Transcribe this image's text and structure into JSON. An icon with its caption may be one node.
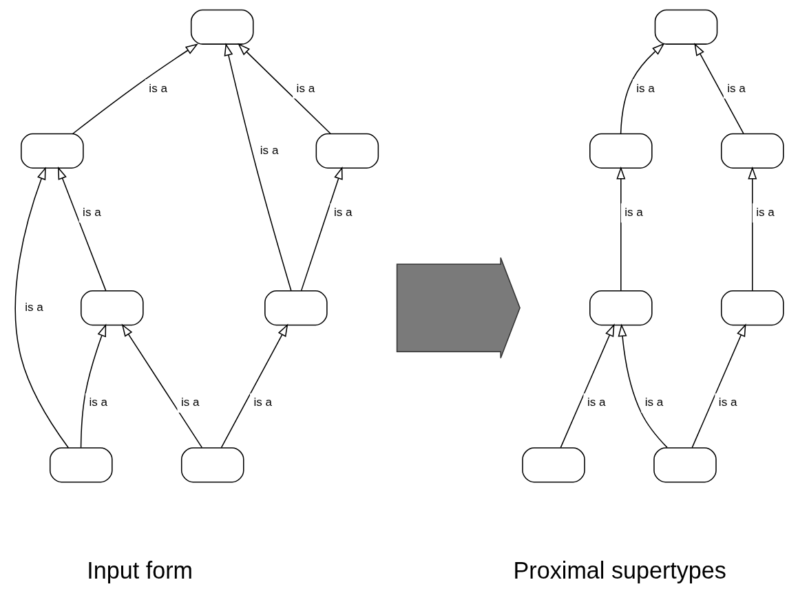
{
  "diagram": {
    "nodes": [
      {
        "text": [],
        "shape": "box"
      },
      {
        "text": [],
        "shape": "box"
      },
      {
        "text": [],
        "shape": "box"
      },
      {
        "text": [],
        "shape": "box"
      },
      {
        "text": [],
        "shape": "box"
      },
      {
        "text": [],
        "shape": "box"
      },
      {
        "text": [],
        "shape": "box"
      },
      {
        "text": [],
        "shape": "arrow"
      },
      {
        "text": [],
        "shape": "box"
      },
      {
        "text": [],
        "shape": "box"
      },
      {
        "text": [],
        "shape": "box"
      },
      {
        "text": [],
        "shape": "box"
      },
      {
        "text": [],
        "shape": "box"
      },
      {
        "text": [],
        "shape": "box"
      },
      {
        "text": [],
        "shape": "box"
      }
    ],
    "edges": [
      {
        "from": 1,
        "to": 0,
        "arrow": "to",
        "label": "is a"
      },
      {
        "from": 4,
        "to": 0,
        "arrow": "to",
        "label": "is a"
      },
      {
        "from": 2,
        "to": 0,
        "arrow": "to",
        "label": "is a"
      },
      {
        "from": 3,
        "to": 1,
        "arrow": "to",
        "label": "is a"
      },
      {
        "from": 5,
        "to": 1,
        "arrow": "to",
        "label": "is a"
      },
      {
        "from": 4,
        "to": 2,
        "arrow": "to",
        "label": "is a"
      },
      {
        "from": 5,
        "to": 3,
        "arrow": "to",
        "label": "is a"
      },
      {
        "from": 6,
        "to": 3,
        "arrow": "to",
        "label": "is a"
      },
      {
        "from": 6,
        "to": 4,
        "arrow": "to",
        "label": "is a"
      },
      {
        "from": 9,
        "to": 8,
        "arrow": "to",
        "label": "is a"
      },
      {
        "from": 10,
        "to": 8,
        "arrow": "to",
        "label": "is a"
      },
      {
        "from": 11,
        "to": 9,
        "arrow": "to",
        "label": "is a"
      },
      {
        "from": 12,
        "to": 10,
        "arrow": "to",
        "label": "is a"
      },
      {
        "from": 13,
        "to": 11,
        "arrow": "to",
        "label": "is a"
      },
      {
        "from": 14,
        "to": 11,
        "arrow": "to",
        "label": "is a"
      },
      {
        "from": 14,
        "to": 12,
        "arrow": "to",
        "label": "is a"
      }
    ],
    "labels": [
      "Input form",
      "Proximal supertypes"
    ]
  }
}
